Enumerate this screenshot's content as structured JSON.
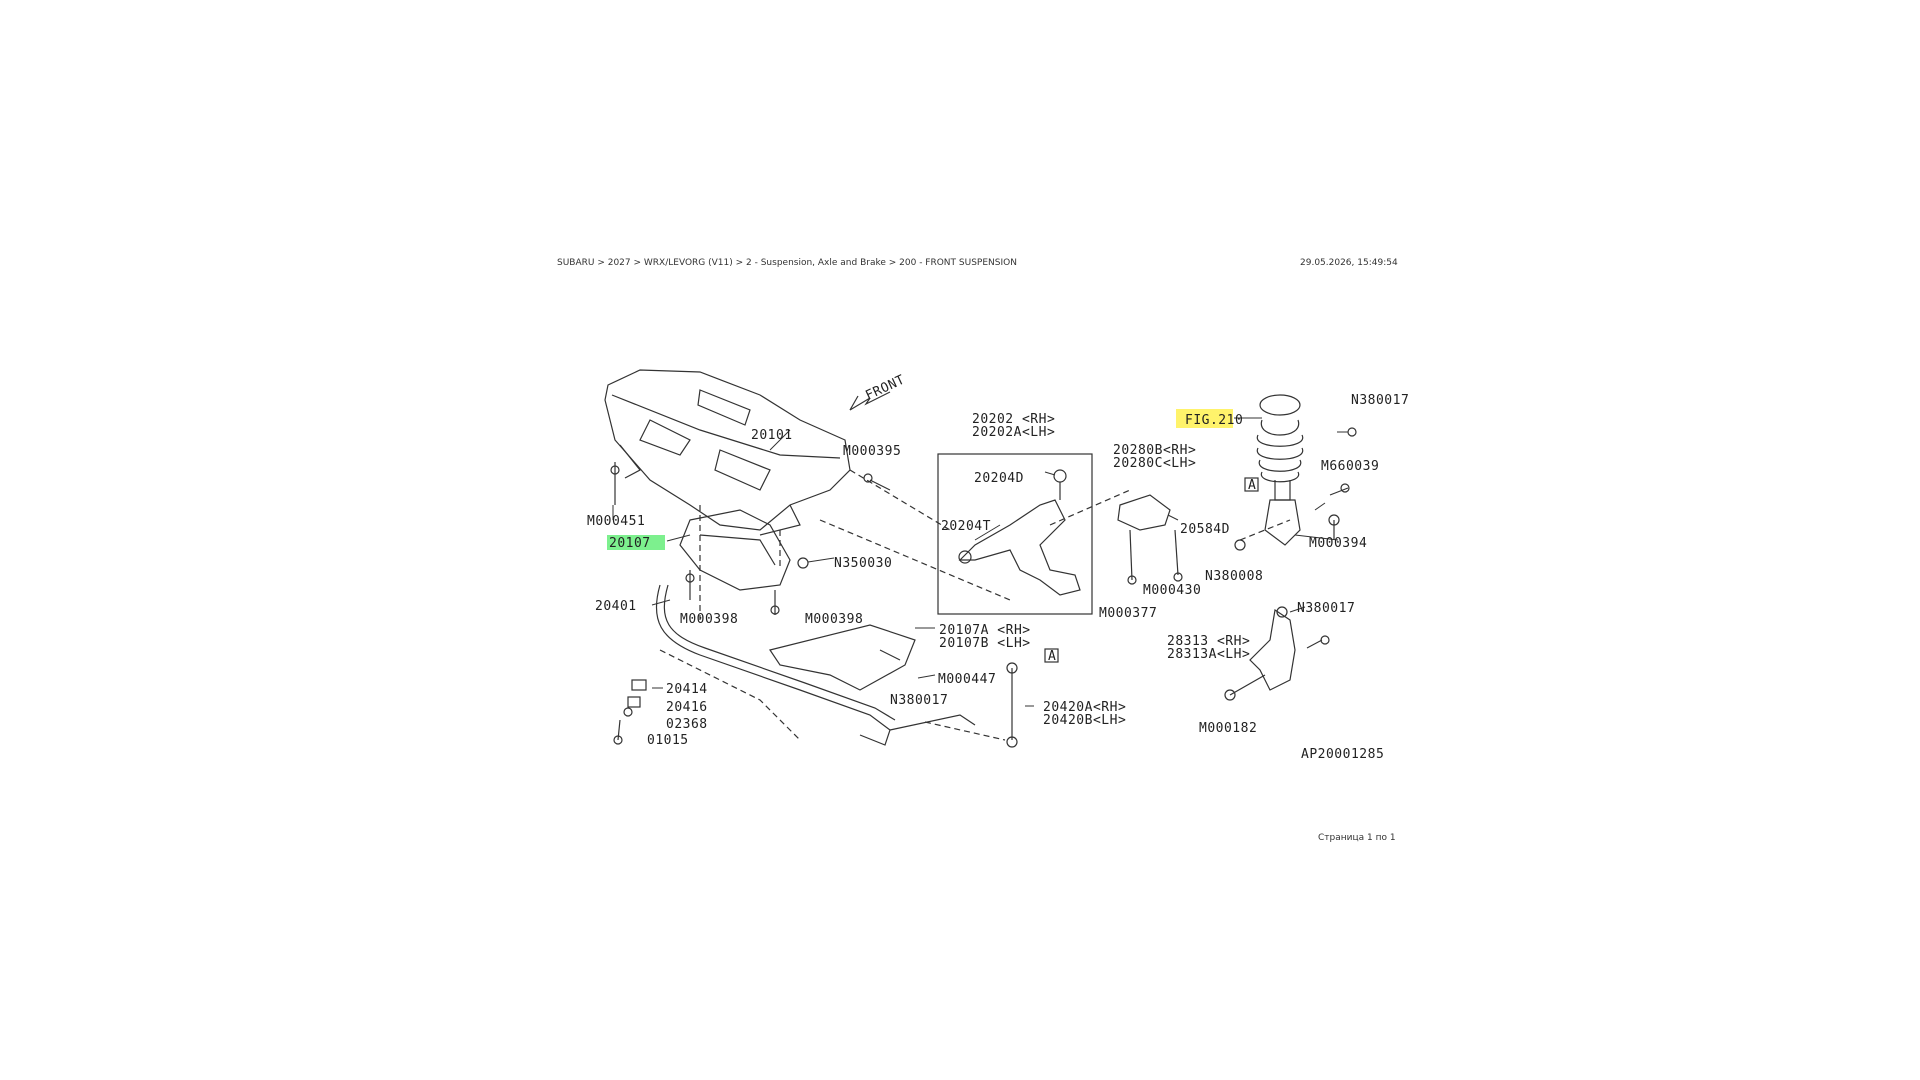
{
  "header": {
    "breadcrumb": "SUBARU > 2027 > WRX/LEVORG (V11) > 2 - Suspension, Axle and Brake > 200 - FRONT SUSPENSION",
    "datetime": "29.05.2026, 15:49:54"
  },
  "diagram": {
    "front_label": "FRONT",
    "figure_id": "AP20001285",
    "callouts": {
      "p20101": "20101",
      "m000395": "M000395",
      "m000451": "M000451",
      "p20107": "20107",
      "n350030": "N350030",
      "p20401": "20401",
      "m000398a": "M000398",
      "m000398b": "M000398",
      "p20202_rh": "20202 <RH>",
      "p20202a_lh": "20202A<LH>",
      "p20204d": "20204D",
      "p20204t": "20204T",
      "p20280b_rh": "20280B<RH>",
      "p20280c_lh": "20280C<LH>",
      "m000377": "M000377",
      "m000430": "M000430",
      "p20584d": "20584D",
      "n380008": "N380008",
      "fig210": "FIG.210",
      "n380017a": "N380017",
      "m660039": "M660039",
      "m000394": "M000394",
      "marker_a1": "A",
      "marker_a2": "A",
      "p20107a_rh": "20107A <RH>",
      "p20107b_lh": "20107B <LH>",
      "m000447": "M000447",
      "n380017b": "N380017",
      "p20420a_rh": "20420A<RH>",
      "p20420b_lh": "20420B<LH>",
      "p20414": "20414",
      "p20416": "20416",
      "p02368": "02368",
      "p01015": "01015",
      "n380017c": "N380017",
      "p28313_rh": "28313 <RH>",
      "p28313a_lh": "28313A<LH>",
      "m000182": "M000182"
    }
  },
  "footer": {
    "page_info": "Страница 1 по 1"
  }
}
